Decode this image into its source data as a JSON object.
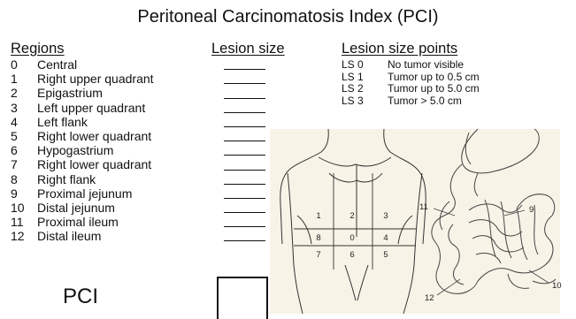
{
  "title": "Peritoneal Carcinomatosis Index (PCI)",
  "headers": {
    "regions": "Regions",
    "lesion_size": "Lesion size",
    "lesion_size_points": "Lesion size points"
  },
  "regions": [
    {
      "num": "0",
      "name": "Central"
    },
    {
      "num": "1",
      "name": "Right upper quadrant"
    },
    {
      "num": "2",
      "name": "Epigastrium"
    },
    {
      "num": "3",
      "name": "Left upper quadrant"
    },
    {
      "num": "4",
      "name": "Left flank"
    },
    {
      "num": "5",
      "name": "Right lower quadrant"
    },
    {
      "num": "6",
      "name": "Hypogastrium"
    },
    {
      "num": "7",
      "name": "Right lower quadrant"
    },
    {
      "num": "8",
      "name": "Right flank"
    },
    {
      "num": "9",
      "name": "Proximal jejunum"
    },
    {
      "num": "10",
      "name": "Distal jejunum"
    },
    {
      "num": "11",
      "name": "Proximal ileum"
    },
    {
      "num": "12",
      "name": "Distal ileum"
    }
  ],
  "lesion_points": [
    {
      "code": "LS 0",
      "desc": "No tumor visible"
    },
    {
      "code": "LS 1",
      "desc": "Tumor up to 0.5 cm"
    },
    {
      "code": "LS 2",
      "desc": "Tumor up to 5.0 cm"
    },
    {
      "code": "LS 3",
      "desc": "Tumor > 5.0 cm"
    }
  ],
  "abdomen_grid": {
    "row1": [
      "1",
      "2",
      "3"
    ],
    "row2": [
      "8",
      "0",
      "4"
    ],
    "row3": [
      "7",
      "6",
      "5"
    ]
  },
  "intestine_labels": {
    "a": "11",
    "b": "9",
    "c": "12",
    "d": "10"
  },
  "pci_label": "PCI"
}
